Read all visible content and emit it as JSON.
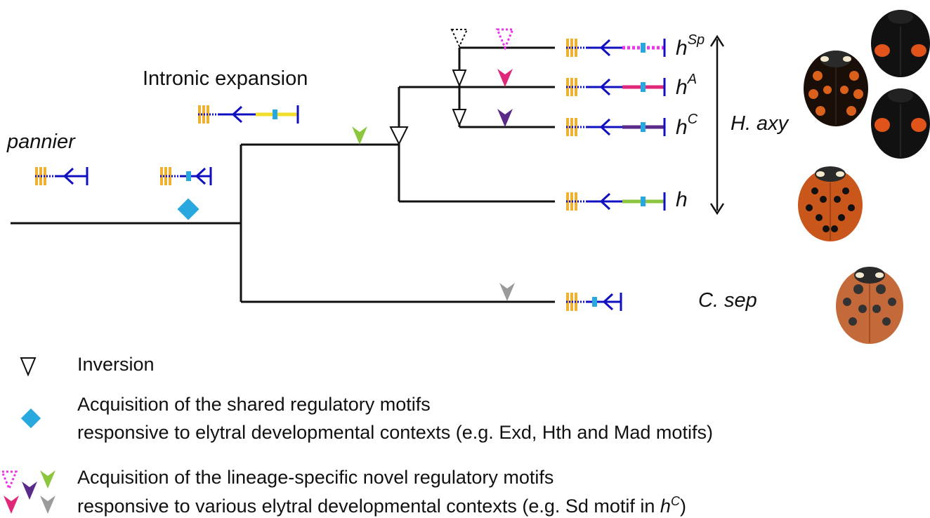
{
  "labels": {
    "pannier": "pannier",
    "intronic": "Intronic expansion",
    "h_axy": "H. axy",
    "c_sep": "C. sep"
  },
  "alleles": [
    {
      "base": "h",
      "sup": "Sp"
    },
    {
      "base": "h",
      "sup": "A"
    },
    {
      "base": "h",
      "sup": "C"
    },
    {
      "base": "h",
      "sup": ""
    }
  ],
  "legend": {
    "inversion": "Inversion",
    "shared_line1": "Acquisition of the shared regulatory motifs",
    "shared_line2": "responsive to elytral developmental contexts (e.g. Exd, Hth and Mad motifs)",
    "lineage_line1": "Acquisition of the lineage-specific novel regulatory motifs",
    "lineage_line2_pre": "responsive to various elytral developmental contexts (e.g. Sd motif in ",
    "lineage_line2_h": "h",
    "lineage_line2_sup": "C",
    "lineage_line2_post": ")"
  },
  "colors": {
    "gene": "#1010c0",
    "exon": "#f0b030",
    "motif": "#29a8e0",
    "yellow": "#f2dc2c",
    "pink": "#e0287a",
    "magenta": "#ee33ee",
    "purple": "#5a2a8a",
    "green": "#8cc63f",
    "gray": "#9a9a9a"
  }
}
